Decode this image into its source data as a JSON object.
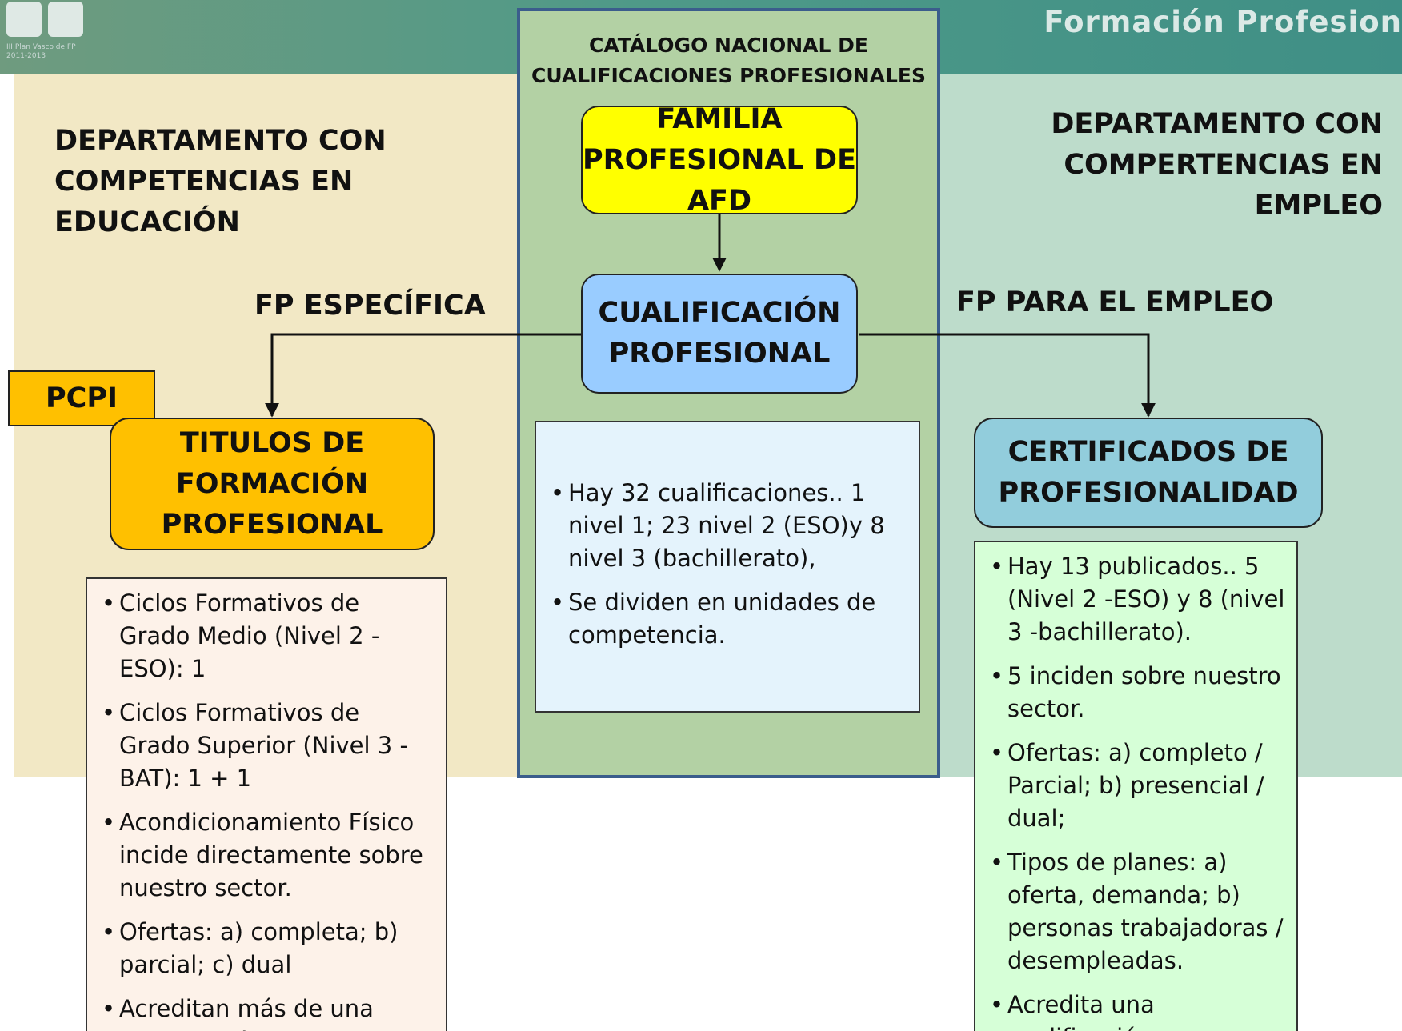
{
  "header": {
    "title": "Formación Profesion",
    "logo_text": "III Plan Vasco de FP\n2011-2013"
  },
  "catalog": {
    "title": "CATÁLOGO NACIONAL DE CUALIFICACIONES PROFESIONALES"
  },
  "dept_education": {
    "label": "DEPARTAMENTO CON COMPETENCIAS EN EDUCACIÓN"
  },
  "dept_employment": {
    "label": "DEPARTAMENTO CON COMPERTENCIAS  EN EMPLEO"
  },
  "nodes": {
    "familia": "FAMILIA PROFESIONAL DE AFD",
    "cualificacion": "CUALIFICACIÓN PROFESIONAL",
    "titulos": "TITULOS DE FORMACIÓN PROFESIONAL",
    "certificados": "CERTIFICADOS DE PROFESIONALIDAD",
    "pcpi": "PCPI"
  },
  "branches": {
    "left": "FP ESPECÍFICA",
    "right": "FP PARA EL EMPLEO"
  },
  "lists": {
    "center": [
      "Hay 32 cualificaciones.. 1 nivel  1; 23 nivel 2  (ESO)y  8 nivel 3 (bachillerato),",
      "Se dividen en unidades de competencia."
    ],
    "left": [
      "Ciclos Formativos de Grado Medio (Nivel 2 - ESO):  1",
      "Ciclos Formativos de Grado Superior (Nivel 3 - BAT): 1 + 1",
      "Acondicionamiento  Físico incide directamente sobre nuestro sector.",
      "Ofertas: a) completa; b) parcial; c) dual",
      "Acreditan más  de una cualificación."
    ],
    "right": [
      "Hay 13 publicados.. 5 (Nivel 2 -ESO) y  8  (nivel 3 -bachillerato).",
      "5 inciden sobre nuestro sector.",
      "Ofertas: a) completo / Parcial; b) presencial / dual;",
      "Tipos de planes: a) oferta, demanda; b) personas trabajadoras / desempleadas.",
      "Acredita una cualificación."
    ]
  },
  "colors": {
    "familia_fill": "#ffff00",
    "cualificacion_fill": "#99ccff",
    "titulos_fill": "#ffc000",
    "certificados_fill": "#92cddc",
    "catalog_border": "#3b5d8c"
  }
}
